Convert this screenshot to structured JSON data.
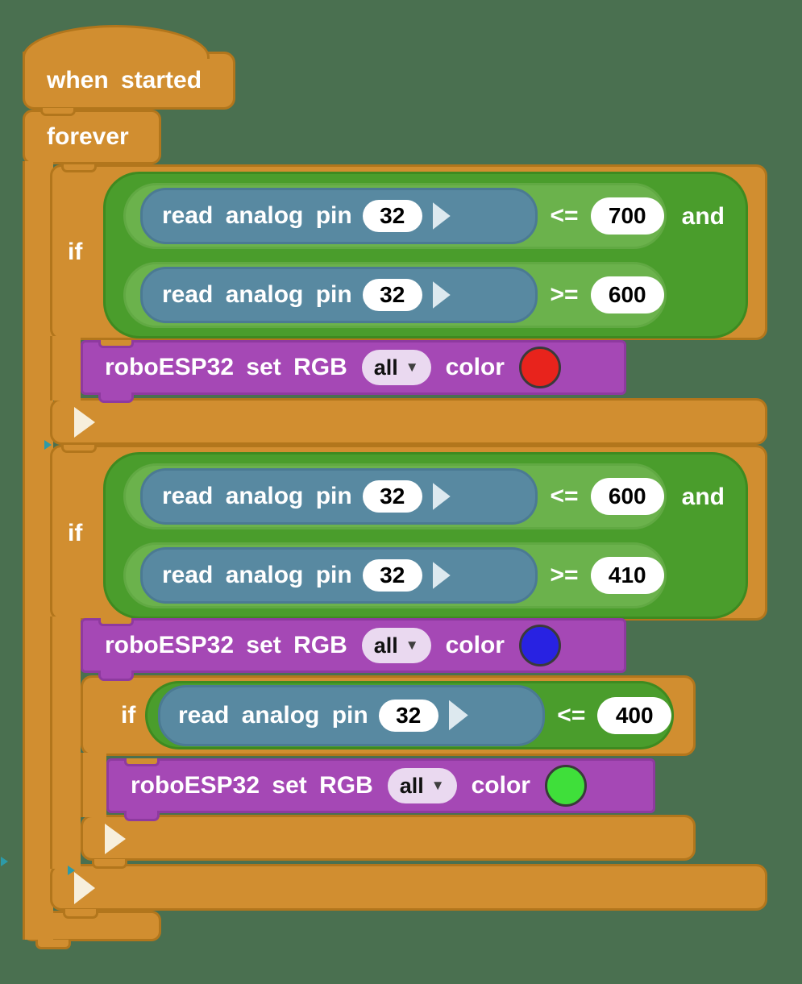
{
  "app": {
    "background": "#4a7050"
  },
  "palette": {
    "orange": "#d18e30",
    "orange_border": "#b2761c",
    "purple": "#a548b5",
    "purple_border": "#8e3a9f",
    "green_dark": "#4a9d2c",
    "green_light": "#6bb24c",
    "blue": "#5889a1",
    "dropdown_bg": "#ead9f0"
  },
  "hat": {
    "label": "when started"
  },
  "loop": {
    "label": "forever"
  },
  "keywords": {
    "if": "if",
    "and": "and"
  },
  "sensor": {
    "label": "read analog pin",
    "pin": "32"
  },
  "if1": {
    "rows": [
      {
        "op": "<=",
        "value": "700"
      },
      {
        "op": ">=",
        "value": "600"
      }
    ]
  },
  "if2": {
    "rows": [
      {
        "op": "<=",
        "value": "600"
      },
      {
        "op": ">=",
        "value": "410"
      }
    ]
  },
  "if3": {
    "op": "<=",
    "value": "400"
  },
  "rgb": {
    "label": "roboESP32 set RGB",
    "dropdown": "all",
    "caret": "▼",
    "color_word": "color"
  },
  "rgb_values": [
    {
      "name": "red",
      "hex": "#e8231c"
    },
    {
      "name": "blue",
      "hex": "#2822e2"
    },
    {
      "name": "green",
      "hex": "#3fdf3a"
    }
  ]
}
